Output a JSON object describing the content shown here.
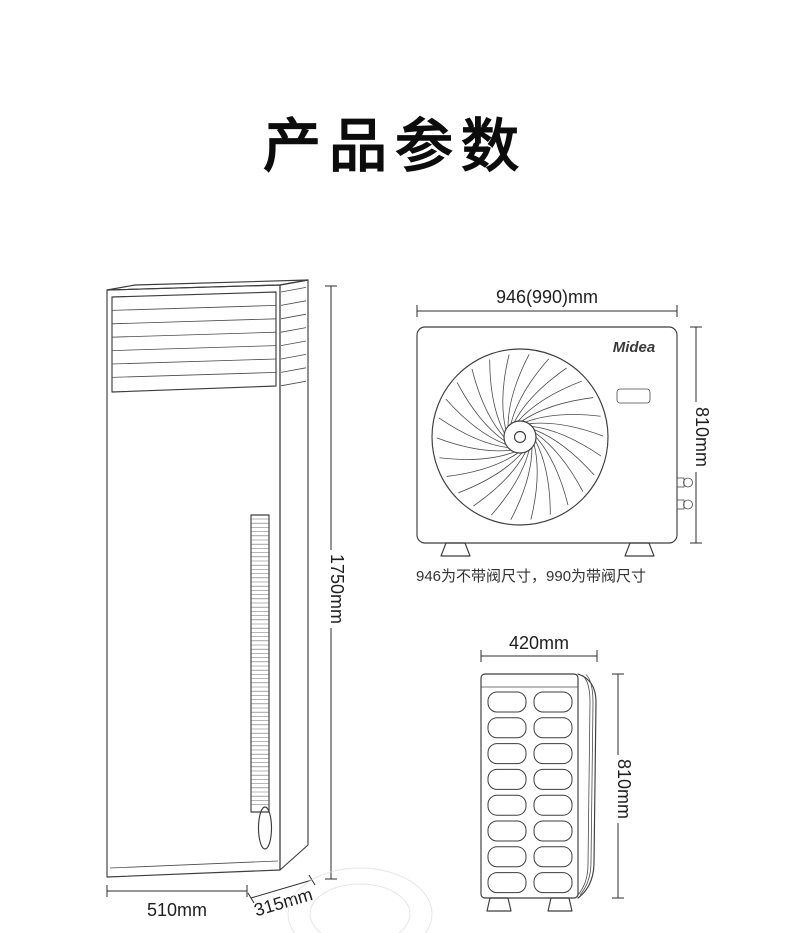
{
  "page": {
    "title": "产品参数",
    "title_color": "#0c0c0c",
    "line_color": "#3d3d3d",
    "text_color": "#1e1e1e",
    "background": "#ffffff"
  },
  "indoor_unit": {
    "height_label": "1750mm",
    "width_label": "510mm",
    "depth_label": "315mm"
  },
  "outdoor_unit_front": {
    "brand_logo": "Midea",
    "width_label": "946(990)mm",
    "height_label": "810mm",
    "valve_note": "946为不带阀尺寸，990为带阀尺寸"
  },
  "outdoor_unit_side": {
    "depth_label": "420mm",
    "height_label": "810mm"
  }
}
